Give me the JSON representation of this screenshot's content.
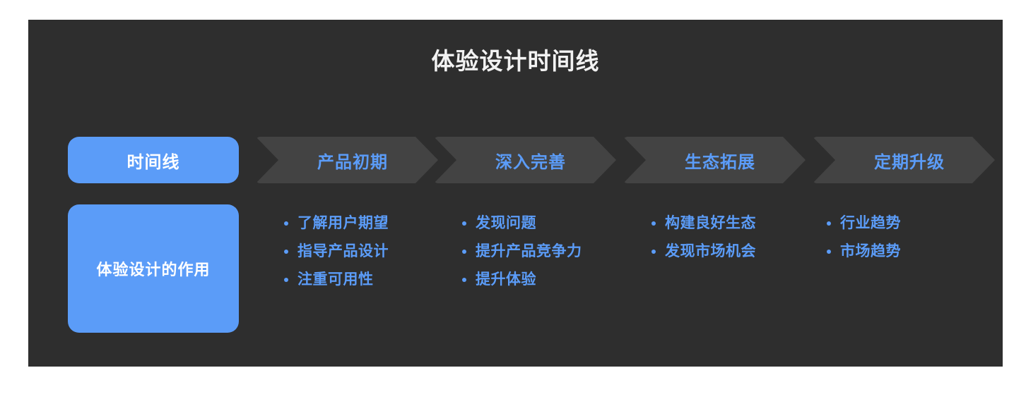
{
  "colors": {
    "page_background": "#ffffff",
    "card_background": "#2e2e2e",
    "chevron_fill": "#434343",
    "accent_blue": "#5b9cf8",
    "title_text": "#f2f2f2",
    "on_accent_text": "#ffffff"
  },
  "card": {
    "title": "体验设计时间线"
  },
  "stages": [
    {
      "label": "时间线",
      "style": "highlight"
    },
    {
      "label": "产品初期",
      "style": "chevron"
    },
    {
      "label": "深入完善",
      "style": "chevron"
    },
    {
      "label": "生态拓展",
      "style": "chevron"
    },
    {
      "label": "定期升级",
      "style": "chevron"
    }
  ],
  "role": {
    "label": "体验设计的作用"
  },
  "columns": [
    {
      "stage": "产品初期",
      "items": [
        "了解用户期望",
        "指导产品设计",
        "注重可用性"
      ]
    },
    {
      "stage": "深入完善",
      "items": [
        "发现问题",
        "提升产品竞争力",
        "提升体验"
      ]
    },
    {
      "stage": "生态拓展",
      "items": [
        "构建良好生态",
        "发现市场机会"
      ]
    },
    {
      "stage": "定期升级",
      "items": [
        "行业趋势",
        "市场趋势"
      ]
    }
  ]
}
